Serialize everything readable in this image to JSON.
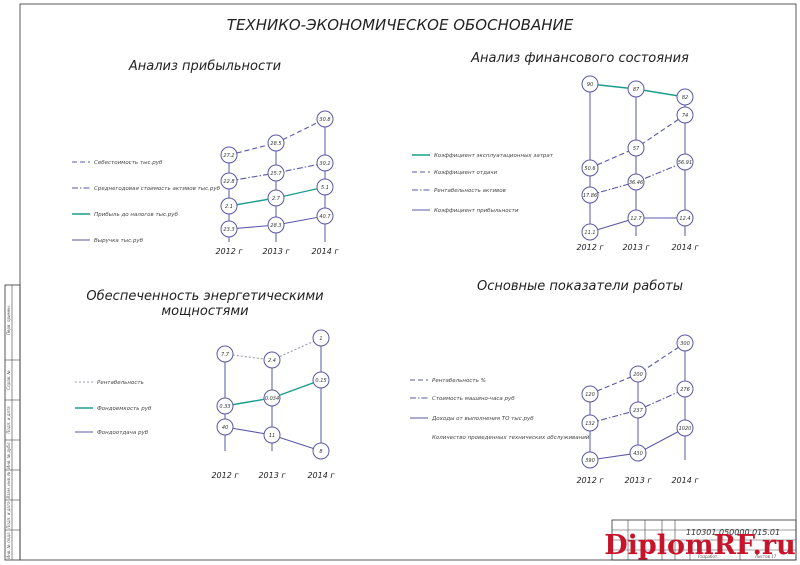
{
  "page_title": "ТЕХНИКО-ЭКОНОМИЧЕСКОЕ ОБОСНОВАНИЕ",
  "colors": {
    "line": "#5a57a8",
    "teal": "#1a9d8f",
    "dotted": "#9a9aa8",
    "node": "#5a57a8",
    "watermark": "#c8142b"
  },
  "diagrams": [
    {
      "title_lines": [
        "Анализ прибыльности"
      ],
      "x_labels": [
        "2012 г",
        "2013 г",
        "2014 г"
      ],
      "series": [
        {
          "legend": "Себестоимость тыс.руб",
          "style": "dash",
          "values": [
            "27.2",
            "28.5",
            "30.8"
          ]
        },
        {
          "legend": "Среднегодовая стоимость активов тыс.руб",
          "style": "dashdot",
          "values": [
            "22.8",
            "25.7",
            "30.2"
          ]
        },
        {
          "legend": "Прибыль до налогов тыс.руб",
          "style": "teal",
          "values": [
            "2.1",
            "2.7",
            "5.1"
          ]
        },
        {
          "legend": "Выручка тыс.руб",
          "style": "solid",
          "values": [
            "23.3",
            "28.3",
            "40.7"
          ]
        }
      ]
    },
    {
      "title_lines": [
        "Анализ финансового состояния"
      ],
      "x_labels": [
        "2012 г",
        "2013 г",
        "2014 г"
      ],
      "series": [
        {
          "legend": "Коэффициент эксплуатационных затрат",
          "style": "teal",
          "values": [
            "90",
            "87",
            "82"
          ]
        },
        {
          "legend": "Коэффициент отдачи",
          "style": "dash",
          "values": [
            "50.6",
            "57",
            "74"
          ]
        },
        {
          "legend": "Рентабельность активов",
          "style": "dashdot",
          "values": [
            "17.86",
            "36.46",
            "56.91"
          ]
        },
        {
          "legend": "Коэффициент прибыльности",
          "style": "solid",
          "values": [
            "11.1",
            "12.7",
            "12.4"
          ]
        }
      ]
    },
    {
      "title_lines": [
        "Обеспеченность энергетическими",
        "мощностями"
      ],
      "x_labels": [
        "2012 г",
        "2013 г",
        "2014 г"
      ],
      "series": [
        {
          "legend": "Рентабельность",
          "style": "dotted",
          "values": [
            "7.7",
            "2.4",
            "1"
          ]
        },
        {
          "legend": "Фондоемкость руб",
          "style": "teal",
          "values": [
            "0.33",
            "0.034",
            "0.15"
          ]
        },
        {
          "legend": "Фондоотдача руб",
          "style": "solid",
          "values": [
            "40",
            "11",
            "8"
          ]
        }
      ]
    },
    {
      "title_lines": [
        "Основные показатели работы"
      ],
      "x_labels": [
        "2012 г",
        "2013 г",
        "2014 г"
      ],
      "series": [
        {
          "legend": "Рентабельность %",
          "style": "dash",
          "values": [
            "120",
            "200",
            "300"
          ]
        },
        {
          "legend": "Стоимость машино-часа руб",
          "style": "dashdot",
          "values": [
            "132",
            "237",
            "276"
          ]
        },
        {
          "legend": "Доходы от выполнения ТО тыс.руб",
          "style": "solid",
          "values": [
            "390",
            "430",
            "1020"
          ]
        },
        {
          "legend": "Количество проведенных технических обслуживаний",
          "style": "none",
          "values": []
        }
      ]
    }
  ],
  "stamp": {
    "code": "110301.050000.015.01",
    "small_1": "Разработ.",
    "small_2": "Листов 17"
  },
  "side_labels": [
    "Перв. примен.",
    "Справ. №",
    "Подп. и дата",
    "Инв. № дубл.",
    "Взам. инв. №",
    "Подп. и дата",
    "Инв. № подл."
  ],
  "watermark": "DiplomRF.ru"
}
